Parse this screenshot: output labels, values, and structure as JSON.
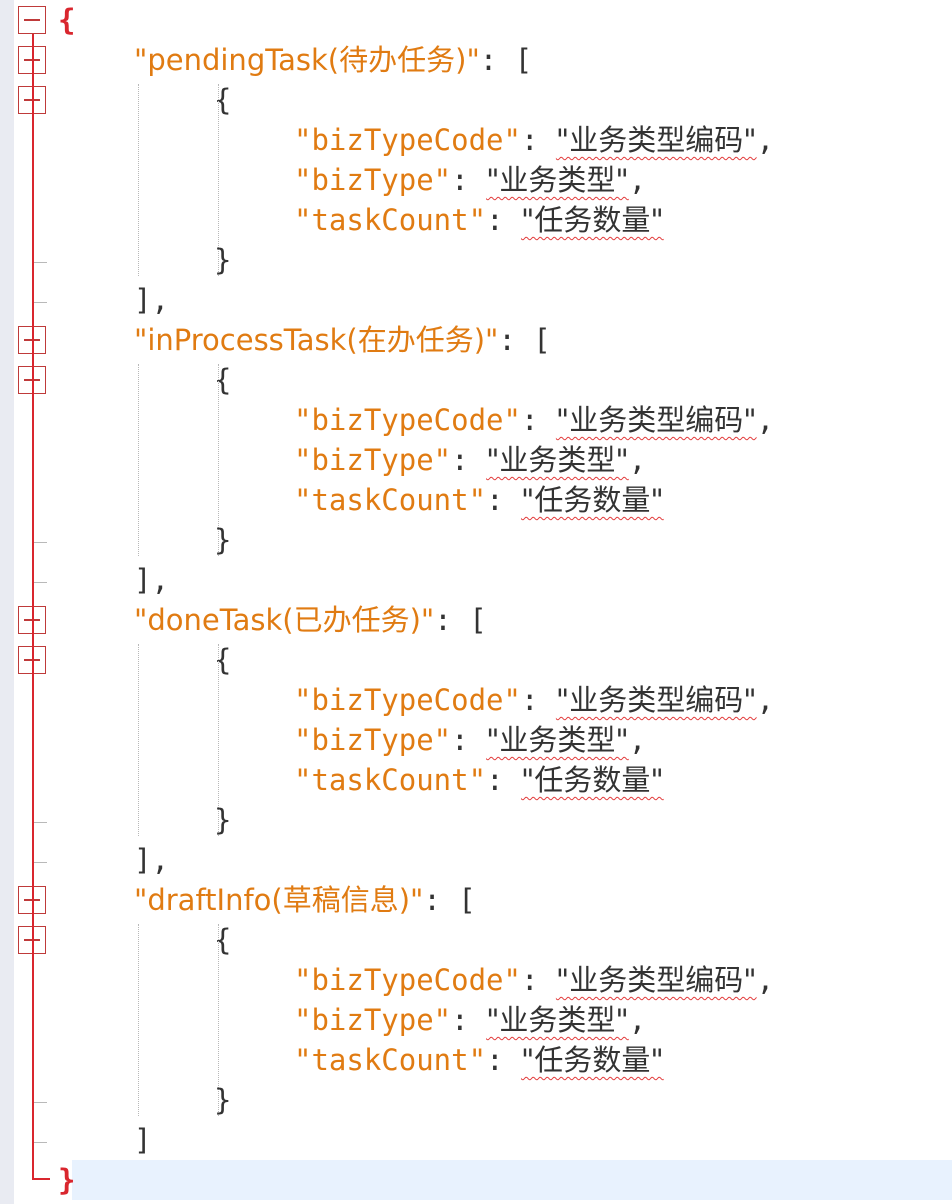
{
  "json_view": {
    "open_brace": "{",
    "close_brace": "}",
    "groups": [
      {
        "key": "\"pendingTask(待办任务)\"",
        "colon_bracket": ": [",
        "close": "],",
        "item_open": "{",
        "item_close": "}",
        "fields": [
          {
            "key": "\"bizTypeCode\"",
            "sep": ": ",
            "value": "\"业务类型编码\"",
            "trail": ","
          },
          {
            "key": "\"bizType\"",
            "sep": ": ",
            "value": "\"业务类型\"",
            "trail": ","
          },
          {
            "key": "\"taskCount\"",
            "sep": ": ",
            "value": "\"任务数量\"",
            "trail": ""
          }
        ]
      },
      {
        "key": "\"inProcessTask(在办任务)\"",
        "colon_bracket": ": [",
        "close": "],",
        "item_open": "{",
        "item_close": "}",
        "fields": [
          {
            "key": "\"bizTypeCode\"",
            "sep": ": ",
            "value": "\"业务类型编码\"",
            "trail": ","
          },
          {
            "key": "\"bizType\"",
            "sep": ": ",
            "value": "\"业务类型\"",
            "trail": ","
          },
          {
            "key": "\"taskCount\"",
            "sep": ": ",
            "value": "\"任务数量\"",
            "trail": ""
          }
        ]
      },
      {
        "key": "\"doneTask(已办任务)\"",
        "colon_bracket": ": [",
        "close": "],",
        "item_open": "{",
        "item_close": "}",
        "fields": [
          {
            "key": "\"bizTypeCode\"",
            "sep": ": ",
            "value": "\"业务类型编码\"",
            "trail": ","
          },
          {
            "key": "\"bizType\"",
            "sep": ": ",
            "value": "\"业务类型\"",
            "trail": ","
          },
          {
            "key": "\"taskCount\"",
            "sep": ": ",
            "value": "\"任务数量\"",
            "trail": ""
          }
        ]
      },
      {
        "key": "\"draftInfo(草稿信息)\"",
        "colon_bracket": ": [",
        "close": "]",
        "item_open": "{",
        "item_close": "}",
        "fields": [
          {
            "key": "\"bizTypeCode\"",
            "sep": ": ",
            "value": "\"业务类型编码\"",
            "trail": ","
          },
          {
            "key": "\"bizType\"",
            "sep": ": ",
            "value": "\"业务类型\"",
            "trail": ","
          },
          {
            "key": "\"taskCount\"",
            "sep": ": ",
            "value": "\"任务数量\"",
            "trail": ""
          }
        ]
      }
    ]
  },
  "colors": {
    "key": "#e07b12",
    "punctuation": "#333333",
    "fold_marker": "#d9262e",
    "spellcheck": "#e23a3a",
    "current_line": "#e8f2fe"
  }
}
